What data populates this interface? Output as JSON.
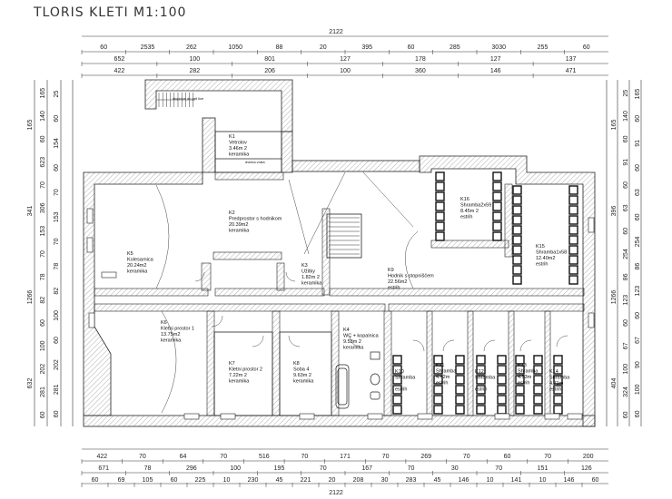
{
  "title": "TLORIS KLETI M1:100",
  "dims_top": {
    "total": "2122",
    "row1": [
      "60",
      "2535",
      "262",
      "1050",
      "88",
      "20",
      "395",
      "60",
      "285",
      "3030",
      "255",
      "60"
    ],
    "row2": [
      "652",
      "100",
      "801",
      "127",
      "178",
      "127",
      "137"
    ],
    "row3": [
      "422",
      "282",
      "206",
      "100",
      "360",
      "146",
      "471"
    ]
  },
  "dims_bottom": {
    "row1": [
      "422",
      "70",
      "64",
      "70",
      "516",
      "70",
      "171",
      "70",
      "269",
      "70",
      "60",
      "70",
      "200"
    ],
    "row2": [
      "671",
      "78",
      "296",
      "100",
      "195",
      "70",
      "167",
      "70",
      "30",
      "70",
      "151",
      "126"
    ],
    "row3": [
      "60",
      "69",
      "105",
      "60",
      "225",
      "10",
      "230",
      "45",
      "221",
      "20",
      "208",
      "30",
      "283",
      "45",
      "146",
      "10",
      "141",
      "10",
      "146",
      "60"
    ],
    "total": "2122"
  },
  "dims_left": {
    "outer": [
      "165",
      "341",
      "1266",
      "632"
    ],
    "mid": [
      "165",
      "140",
      "60",
      "623",
      "70",
      "306",
      "153",
      "70",
      "78",
      "82",
      "60",
      "100",
      "202",
      "281",
      "60"
    ],
    "inner": [
      "25",
      "60",
      "154",
      "60",
      "70",
      "153",
      "70",
      "78",
      "82",
      "100",
      "60",
      "202",
      "281",
      "60"
    ]
  },
  "dims_right": {
    "outer": [
      "165",
      "396",
      "1266",
      "404"
    ],
    "mid": [
      "25",
      "140",
      "60",
      "91",
      "60",
      "63",
      "60",
      "254",
      "86",
      "123",
      "60",
      "67",
      "100",
      "324",
      "60"
    ],
    "inner": [
      "165",
      "60",
      "91",
      "60",
      "63",
      "60",
      "254",
      "86",
      "123",
      "60",
      "67",
      "90",
      "100",
      "60"
    ]
  },
  "rooms": [
    {
      "id": "K1",
      "name": "Vetrolov",
      "area": "3.46m 2",
      "floor": "keramika"
    },
    {
      "id": "K2",
      "name": "Predprostor s hodnikom",
      "area": "20.39m2",
      "floor": "keramika"
    },
    {
      "id": "K3",
      "name": "Užitky",
      "area": "1.82m 2",
      "floor": "keramika"
    },
    {
      "id": "K5",
      "name": "Kolesarnica",
      "area": "20.24m2",
      "floor": "keramika"
    },
    {
      "id": "K6",
      "name": "Kletni prostor 1",
      "area": "13.75m2",
      "floor": "keramika"
    },
    {
      "id": "K7",
      "name": "Kletni prostor 2",
      "area": "7.22m 2",
      "floor": "keramika"
    },
    {
      "id": "K8",
      "name": "Soba 4",
      "area": "9.63m 2",
      "floor": "keramika"
    },
    {
      "id": "K4",
      "name": "WC + kopalnica",
      "area": "9.53m 2",
      "floor": "keramika"
    },
    {
      "id": "K9",
      "name": "Hodnik s stopniščem",
      "area": "22.56m2",
      "floor": "estrih"
    },
    {
      "id": "K16",
      "name": "Shramba2x59",
      "area": "8.45m 2",
      "floor": "estrih"
    },
    {
      "id": "K15",
      "name": "Shramba1x58",
      "area": "12.40m2",
      "floor": "estrih"
    },
    {
      "id": "K10",
      "name": "Shramba",
      "area": "",
      "floor": "estrih"
    },
    {
      "id": "K11",
      "name": "Shramba",
      "area": "4.42m",
      "floor": "estrih"
    },
    {
      "id": "K12",
      "name": "Shramba",
      "area": "",
      "floor": "estrih"
    },
    {
      "id": "K13",
      "name": "Shramba",
      "area": "4.53m",
      "floor": "estrih"
    },
    {
      "id": "K14",
      "name": "Shramba",
      "area": "4.71m",
      "floor": "estrih"
    }
  ],
  "notes": {
    "stair_top": "stopnice do prit lice",
    "dvizna": "dvižna vrata",
    "vent": "sp.=60",
    "vent2": "sp.=145"
  }
}
